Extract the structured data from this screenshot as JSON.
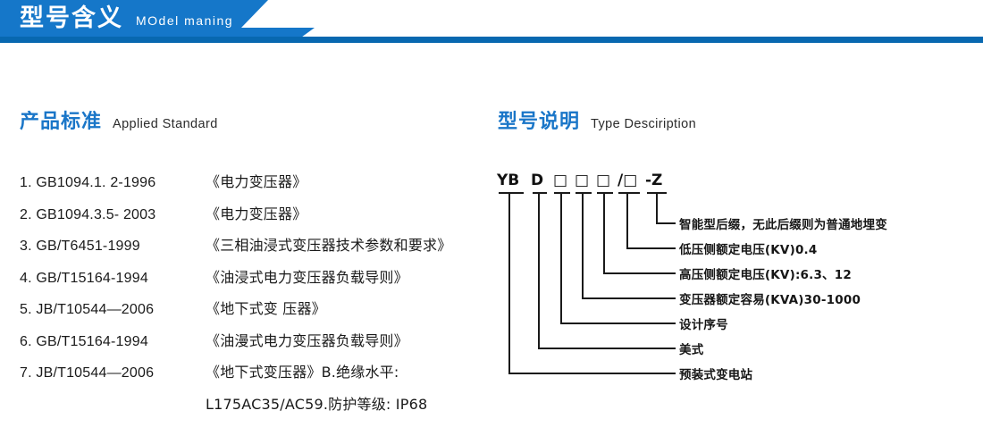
{
  "banner": {
    "title_cn": "型号含义",
    "title_en": "MOdel maning",
    "color": "#0868b0"
  },
  "sections": {
    "left": {
      "heading_cn": "产品标准",
      "heading_en": "Applied Standard",
      "heading_color": "#1a76c8"
    },
    "right": {
      "heading_cn": "型号说明",
      "heading_en": "Type Desciription",
      "heading_color": "#1a76c8"
    }
  },
  "standards": [
    {
      "code": "1. GB1094.1. 2-1996",
      "name": "《电力变压器》"
    },
    {
      "code": "2. GB1094.3.5- 2003",
      "name": "《电力变压器》"
    },
    {
      "code": "3. GB/T6451-1999",
      "name": "《三相油浸式变压器技术参数和要求》"
    },
    {
      "code": "4. GB/T15164-1994",
      "name": "《油浸式电力变压器负载导则》"
    },
    {
      "code": "5. JB/T10544—2006",
      "name": "《地下式变 压器》"
    },
    {
      "code": "6. GB/T15164-1994",
      "name": "《油漫式电力变压器负载导则》"
    },
    {
      "code": "7. JB/T10544—2006",
      "name": "《地下式变压器》B.绝缘水平:"
    },
    {
      "code": "",
      "name": "L175AC35/AC59.防护等级: IP68"
    }
  ],
  "type_code": {
    "segments": [
      "YB",
      "D",
      "□",
      "□",
      "□",
      "/□",
      "-Z"
    ],
    "full_string": "YB D □□□/□ -Z"
  },
  "diagram_labels": [
    {
      "text": "智能型后缀，无此后缀则为普通地埋变"
    },
    {
      "text": "低压侧额定电压(KV)0.4"
    },
    {
      "text": "高压侧额定电压(KV):6.3、12"
    },
    {
      "text": "变压器额定容易(KVA)30-1000"
    },
    {
      "text": "设计序号"
    },
    {
      "text": "美式"
    },
    {
      "text": "预装式变电站"
    }
  ]
}
